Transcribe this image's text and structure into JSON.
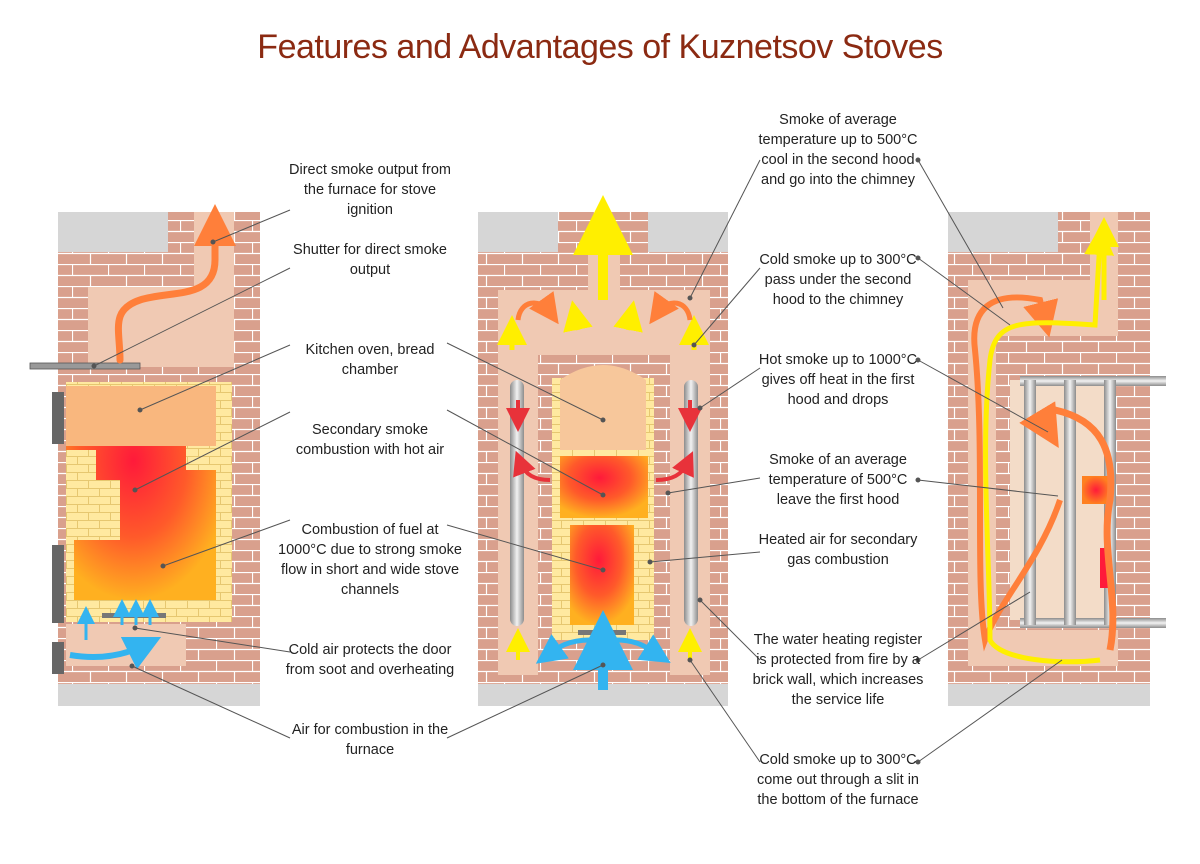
{
  "title": "Features and Advantages of Kuznetsov Stoves",
  "labels": {
    "direct_smoke_output": "Direct smoke output from the furnace for stove ignition",
    "shutter": "Shutter for direct smoke output",
    "kitchen_oven": "Kitchen oven, bread chamber",
    "secondary_combustion": "Secondary smoke combustion with hot air",
    "fuel_combustion": "Combustion of fuel at 1000°C due to strong smoke flow in short and wide stove channels",
    "cold_air_door": "Cold air protects the door from soot and overheating",
    "air_combustion": "Air for combustion in the furnace",
    "smoke_500_second_hood": "Smoke of average temperature up to 500°C cool in the second hood and go into the chimney",
    "cold_smoke_300_under": "Cold smoke up to 300°C pass under the second hood to the chimney",
    "hot_smoke_1000": "Hot smoke up to 1000°C gives off heat in the first hood and drops",
    "smoke_500_leave": "Smoke of an average temperature of 500°C leave the first hood",
    "heated_air": "Heated air for secondary gas combustion",
    "water_register": "The water heating register is protected from fire by a brick wall, which increases the service life",
    "cold_smoke_slit": "Cold smoke up to 300°C come out through a slit in the bottom of the furnace"
  },
  "colors": {
    "title": "#8b2a12",
    "brick": "#d9a08d",
    "mortar": "#ffffff",
    "cap": "#d6d6d6",
    "chamber": "#f0c9b3",
    "fire_hot": "#ff1a3a",
    "fire_warm": "#ffb020",
    "firebrick": "#ffe9a0",
    "hot_smoke": "#ff7f3a",
    "cold_smoke": "#ffef00",
    "cold_air": "#33b4f0",
    "pipe": "#b8b8b8"
  }
}
